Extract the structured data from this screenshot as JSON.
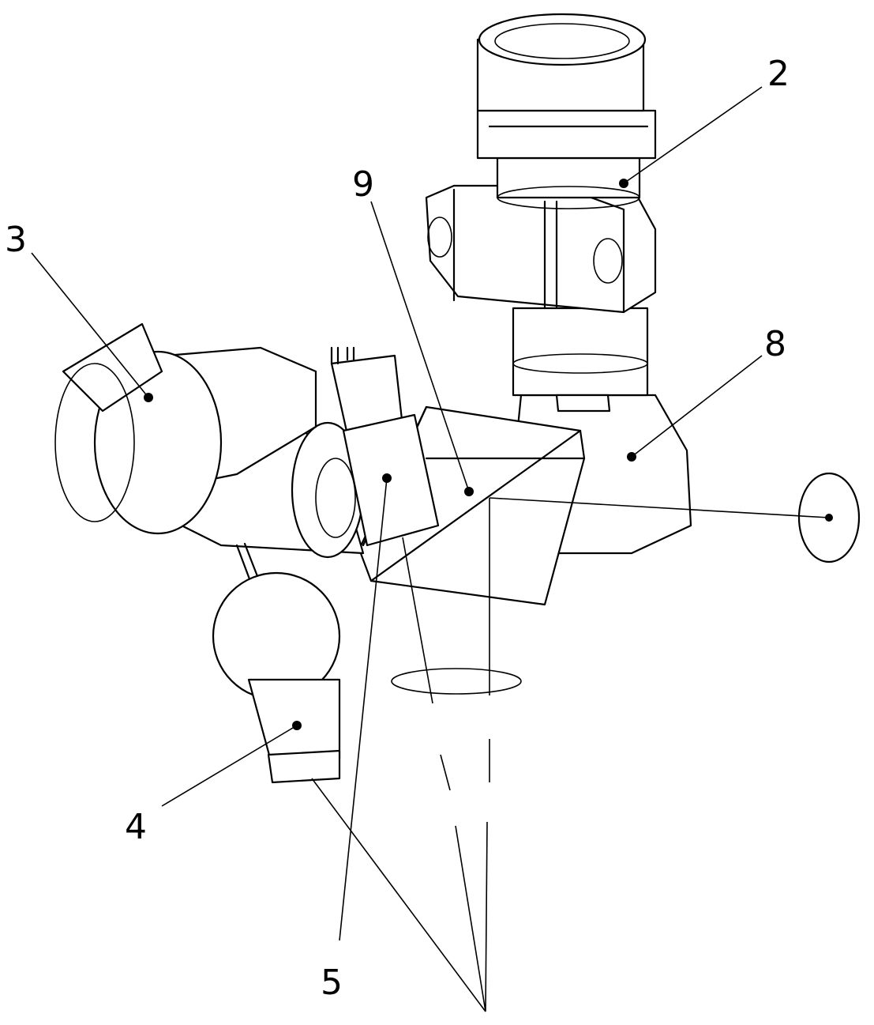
{
  "figure": {
    "labels": [
      {
        "id": "2",
        "text": "2"
      },
      {
        "id": "3",
        "text": "3"
      },
      {
        "id": "4",
        "text": "4"
      },
      {
        "id": "5",
        "text": "5"
      },
      {
        "id": "8",
        "text": "8"
      },
      {
        "id": "9",
        "text": "9"
      }
    ]
  }
}
